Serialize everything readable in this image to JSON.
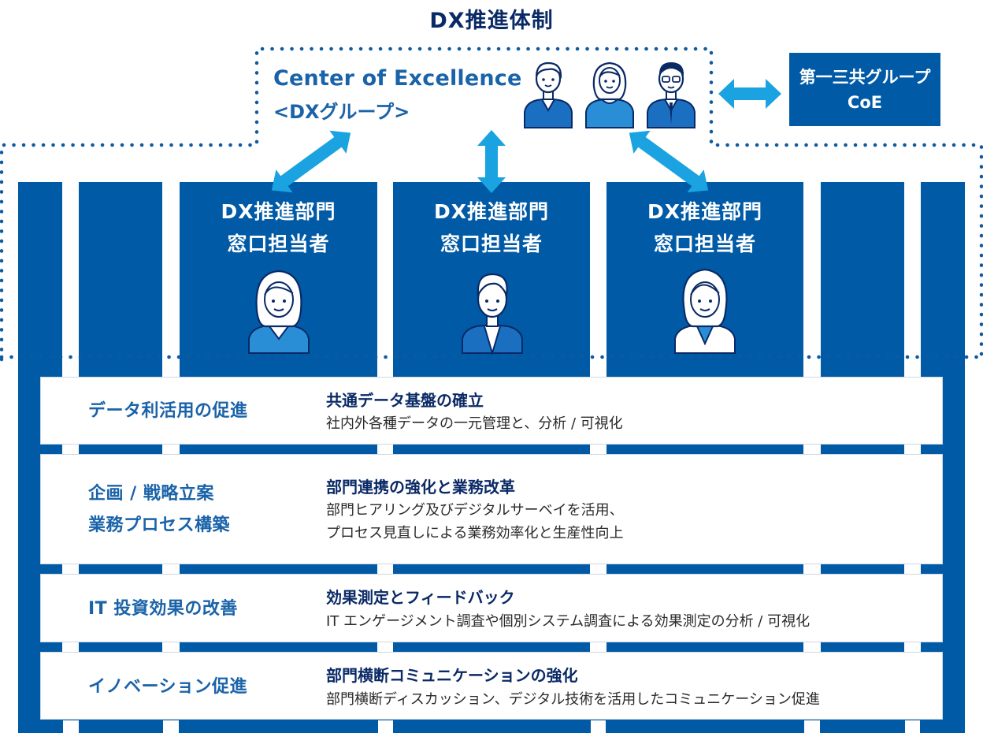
{
  "title": "DX推進体制",
  "coe": {
    "title": "Center of Excellence",
    "subtitle": "<DXグループ>"
  },
  "group_coe": {
    "line1": "第一三共グループ",
    "line2": "CoE"
  },
  "departments": [
    {
      "line1": "DX推進部門",
      "line2": "窓口担当者"
    },
    {
      "line1": "DX推進部門",
      "line2": "窓口担当者"
    },
    {
      "line1": "DX推進部門",
      "line2": "窓口担当者"
    }
  ],
  "rows": [
    {
      "left": [
        "データ利活用の促進"
      ],
      "heading": "共通データ基盤の確立",
      "desc": [
        "社内外各種データの一元管理と、分析 / 可視化"
      ]
    },
    {
      "left": [
        "企画 / 戦略立案",
        "業務プロセス構築"
      ],
      "heading": "部門連携の強化と業務改革",
      "desc": [
        "部門ヒアリング及びデジタルサーベイを活用、",
        "プロセス見直しによる業務効率化と生産性向上"
      ]
    },
    {
      "left": [
        "IT 投資効果の改善"
      ],
      "heading": "効果測定とフィードバック",
      "desc": [
        "IT エンゲージメント調査や個別システム調査による効果測定の分析 / 可視化"
      ]
    },
    {
      "left": [
        "イノベーション促進"
      ],
      "heading": "部門横断コミュニケーションの強化",
      "desc": [
        "部門横断ディスカッション、デジタル技術を活用したコミュニケーション促進"
      ]
    }
  ],
  "colors": {
    "pillar": "#005aa6",
    "arrow": "#1aa3e0",
    "dots": "#0e5aa0",
    "accent_text": "#1a63a8",
    "dark_text": "#0a2a66"
  },
  "icons": [
    "person-icon",
    "double-arrow-icon"
  ]
}
